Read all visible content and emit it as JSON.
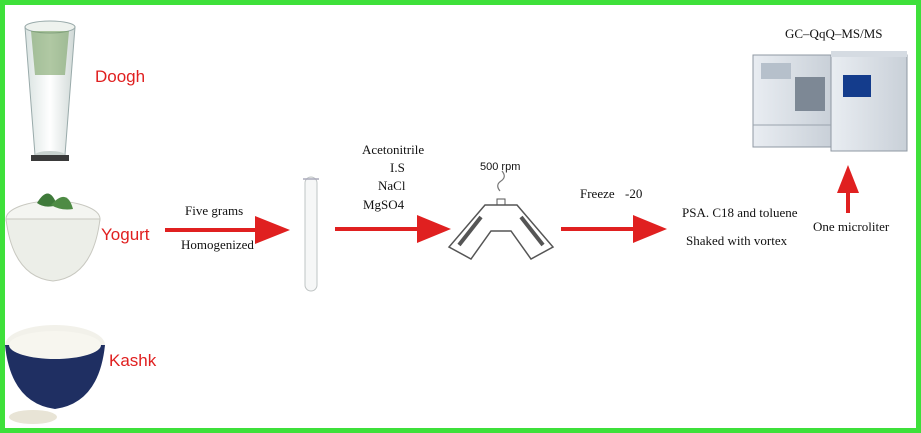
{
  "foods": [
    {
      "label": "Doogh"
    },
    {
      "label": "Yogurt"
    },
    {
      "label": "Kashk"
    }
  ],
  "step1": {
    "line1": "Five grams",
    "line2": "Homogenized"
  },
  "step2": {
    "reagents": [
      "Acetonitrile",
      "I.S",
      "NaCl",
      "MgSO4"
    ]
  },
  "step3": {
    "speed": "500 rpm"
  },
  "step4": {
    "label": "Freeze",
    "temp": "-20"
  },
  "step5": {
    "line1": "PSA. C18 and toluene",
    "line2": "Shaked with vortex"
  },
  "step6": {
    "label": "One microliter"
  },
  "instrument": {
    "label": "GC–QqQ–MS/MS"
  },
  "colors": {
    "border": "#3ee03a",
    "arrow": "#e02020",
    "food_label": "#e02020"
  }
}
